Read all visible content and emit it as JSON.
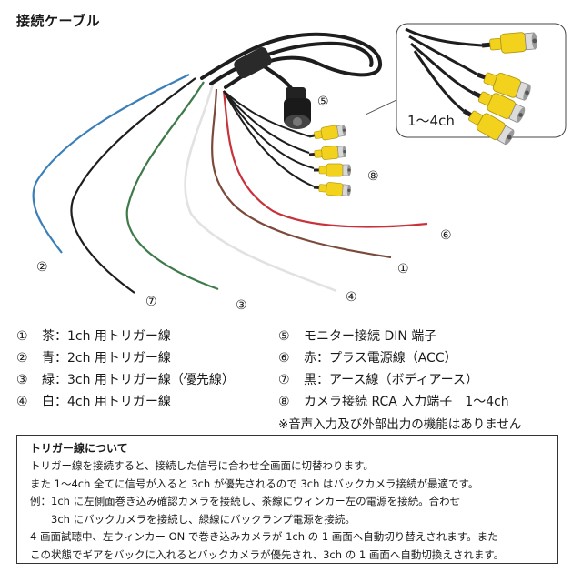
{
  "title": "接続ケーブル",
  "inset_label": "1～4ch",
  "callouts": {
    "c1": "①",
    "c2": "②",
    "c3": "③",
    "c4": "④",
    "c5": "⑤",
    "c6": "⑥",
    "c7": "⑦",
    "c8": "⑧"
  },
  "legend_left": [
    {
      "num": "①",
      "text": "茶：1ch 用トリガー線"
    },
    {
      "num": "②",
      "text": "青：2ch 用トリガー線"
    },
    {
      "num": "③",
      "text": "緑：3ch 用トリガー線（優先線）"
    },
    {
      "num": "④",
      "text": "白：4ch 用トリガー線"
    }
  ],
  "legend_right": [
    {
      "num": "⑤",
      "text": "モニター接続 DIN 端子"
    },
    {
      "num": "⑥",
      "text": "赤：プラス電源線（ACC）"
    },
    {
      "num": "⑦",
      "text": "黒：アース線（ボディアース）"
    },
    {
      "num": "⑧",
      "text": "カメラ接続 RCA 入力端子　1～4ch"
    }
  ],
  "note": "※音声入力及び外部出力の機能はありません",
  "info": {
    "title": "トリガー線について",
    "lines": [
      "トリガー線を接続すると、接続した信号に合わせ全画面に切替わります。",
      "また 1～4ch 全てに信号が入ると 3ch が優先されるので 3ch はバックカメラ接続が最適です。",
      "例：1ch に左側面巻き込み確認カメラを接続し、茶線にウィンカー左の電源を接続。合わせ",
      "　　3ch にバックカメラを接続し、緑線にバックランプ電源を接続。",
      "4 画面試聴中、左ウィンカー ON で巻き込みカメラが 1ch の 1 画面へ自動切り替えされます。また",
      "この状態でギアをバックに入れるとバックカメラが優先され、3ch の 1 画面へ自動切換えされます。"
    ]
  },
  "colors": {
    "brown": "#7b4a3c",
    "blue": "#3b7fb8",
    "green": "#3f7a4a",
    "white_wire": "#e2e2e2",
    "red": "#c8323a",
    "black": "#1e1e1e",
    "rca_yellow": "#f2d21c",
    "rca_metal": "#d8d8d8"
  },
  "icons": [
    "din-connector-icon",
    "rca-connector-icon"
  ]
}
